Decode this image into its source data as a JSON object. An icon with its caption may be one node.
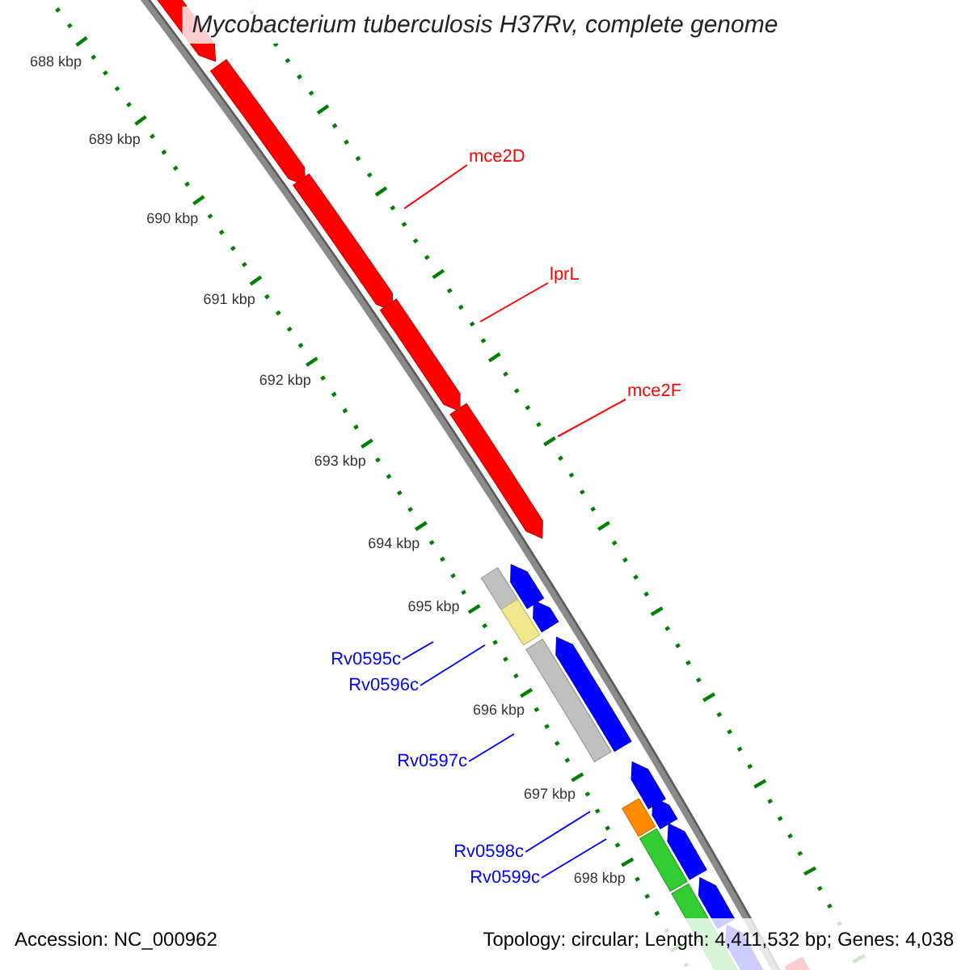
{
  "diagram": {
    "title": "Mycobacterium tuberculosis H37Rv, complete genome",
    "nodes": [
      {
        "text": [
          "mce2D"
        ]
      },
      {
        "text": [
          "lprL"
        ]
      },
      {
        "text": [
          "mce2F"
        ]
      },
      {
        "text": [
          "Rv0595c"
        ]
      },
      {
        "text": [
          "Rv0596c"
        ]
      },
      {
        "text": [
          "Rv0597c"
        ]
      },
      {
        "text": [
          "Rv0598c"
        ]
      },
      {
        "text": [
          "Rv0599c"
        ]
      }
    ],
    "edges": [
      {
        "from": 0,
        "to": null,
        "arrow": "none",
        "color": "#ff0000"
      },
      {
        "from": 1,
        "to": null,
        "arrow": "none",
        "color": "#ff0000"
      },
      {
        "from": 2,
        "to": null,
        "arrow": "none",
        "color": "#ff0000"
      },
      {
        "from": 3,
        "to": null,
        "arrow": "none"
      },
      {
        "from": 4,
        "to": null,
        "arrow": "none"
      },
      {
        "from": 5,
        "to": null,
        "arrow": "none"
      },
      {
        "from": 6,
        "to": null,
        "arrow": "none"
      },
      {
        "from": 7,
        "to": null,
        "arrow": "none"
      }
    ],
    "labels": [
      "688 kbp",
      "689 kbp",
      "690 kbp",
      "691 kbp",
      "692 kbp",
      "693 kbp",
      "694 kbp",
      "695 kbp",
      "696 kbp",
      "697 kbp",
      "698 kbp",
      "Accession: NC_000962",
      "Topology: circular; Length: 4,411,532 bp; Genes: 4,038"
    ]
  }
}
